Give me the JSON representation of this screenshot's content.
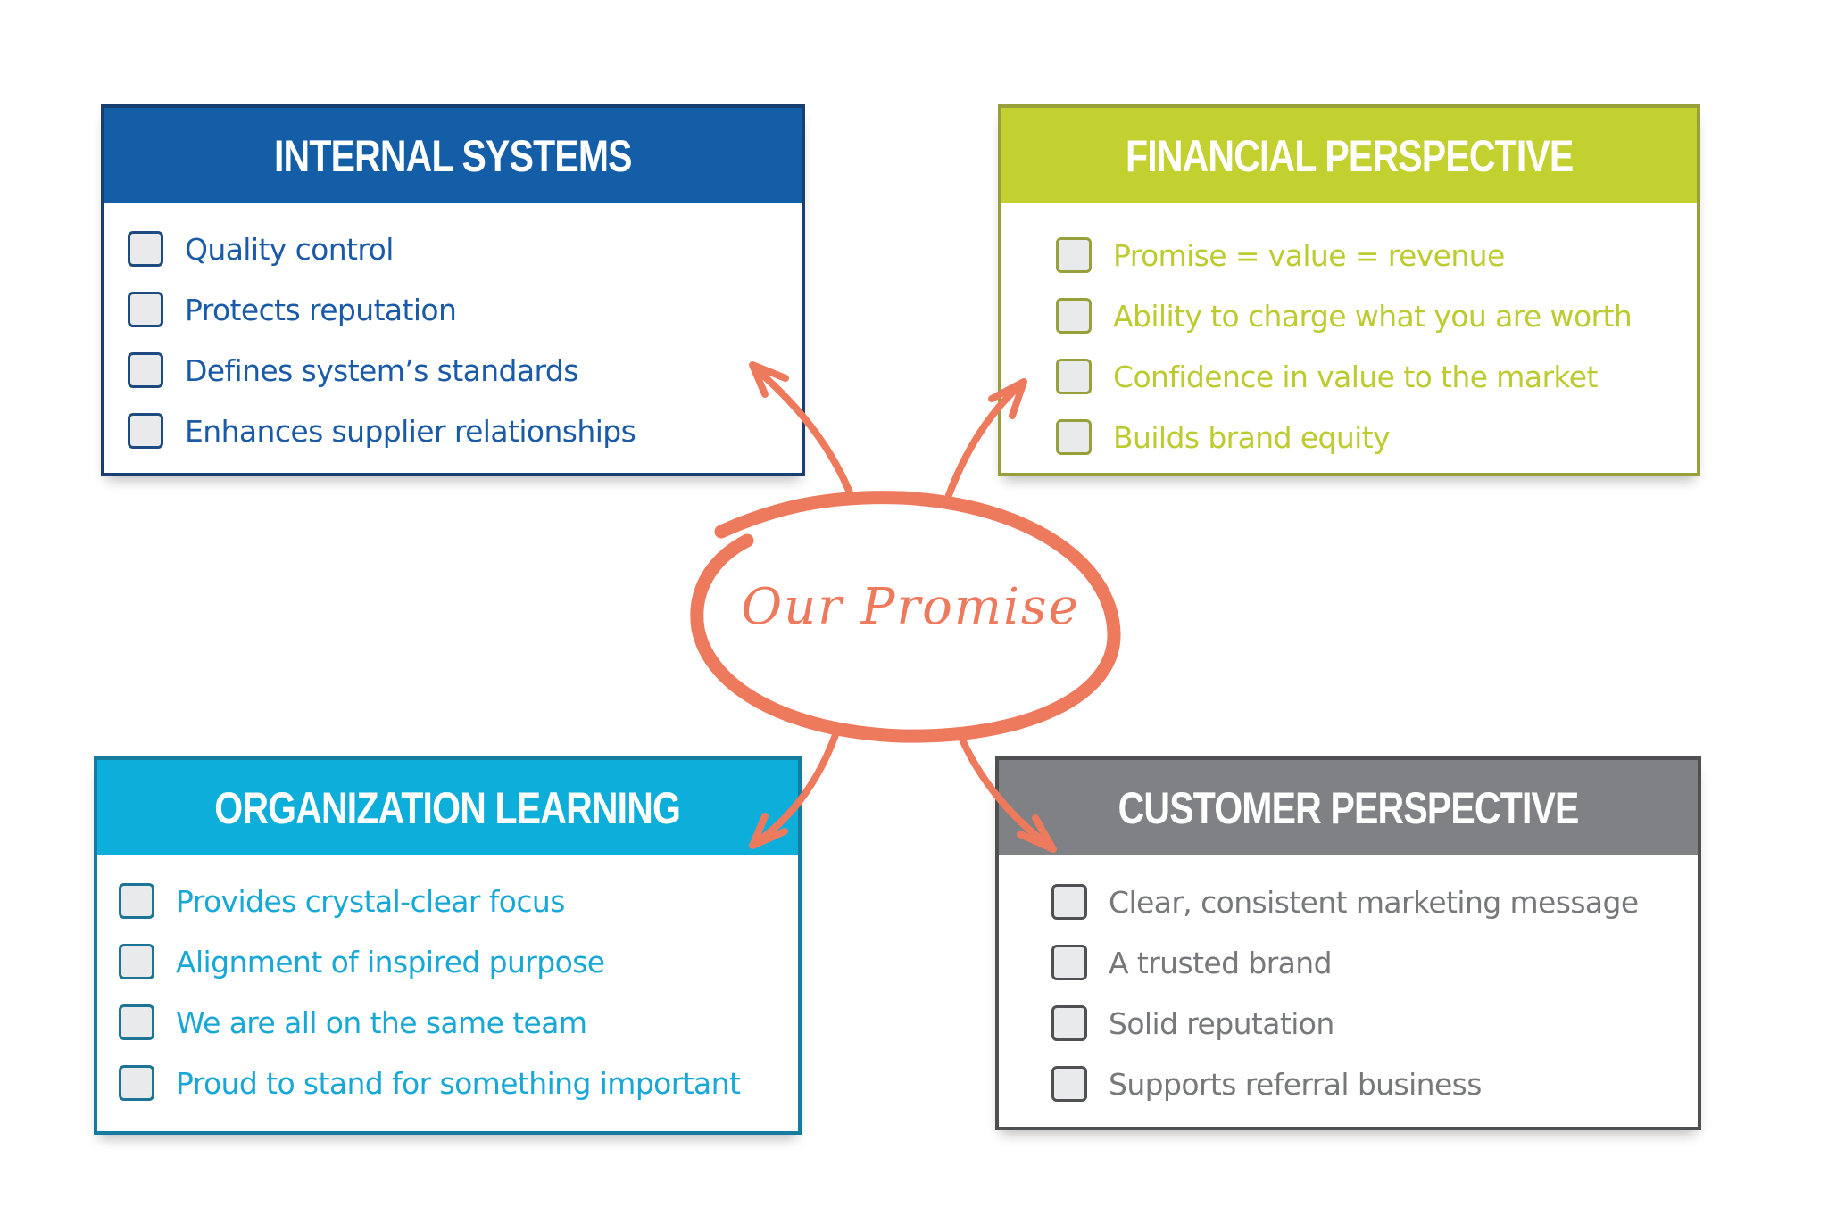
{
  "center": {
    "label": "Our Promise",
    "color": "#ee7a5e"
  },
  "cards": {
    "internal": {
      "title": "INTERNAL SYSTEMS",
      "header_color": "#145ea8",
      "text_color": "#1b5aa6",
      "items": [
        "Quality  control",
        "Protects reputation",
        "Defines system’s standards",
        "Enhances supplier relationships"
      ]
    },
    "financial": {
      "title": "FINANCIAL PERSPECTIVE",
      "header_color": "#c2d030",
      "text_color": "#bccb2f",
      "items": [
        "Promise = value = revenue",
        "Ability to charge what you are worth",
        "Confidence in value to the market",
        "Builds brand equity"
      ]
    },
    "orglearning": {
      "title": "ORGANIZATION LEARNING",
      "header_color": "#0eaedb",
      "text_color": "#18a8d8",
      "items": [
        "Provides crystal-clear focus",
        "Alignment of inspired purpose",
        "We are all on the same team",
        "Proud to stand for something important"
      ]
    },
    "customer": {
      "title": "CUSTOMER PERSPECTIVE",
      "header_color": "#7f8184",
      "text_color": "#77787b",
      "items": [
        "Clear, consistent marketing message",
        "A trusted brand",
        "Solid reputation",
        "Supports referral business"
      ]
    }
  },
  "icons": {
    "checkbox": "checkbox-unchecked-icon",
    "arrow": "curved-arrow-icon",
    "ellipse": "hand-drawn-circle-icon"
  }
}
